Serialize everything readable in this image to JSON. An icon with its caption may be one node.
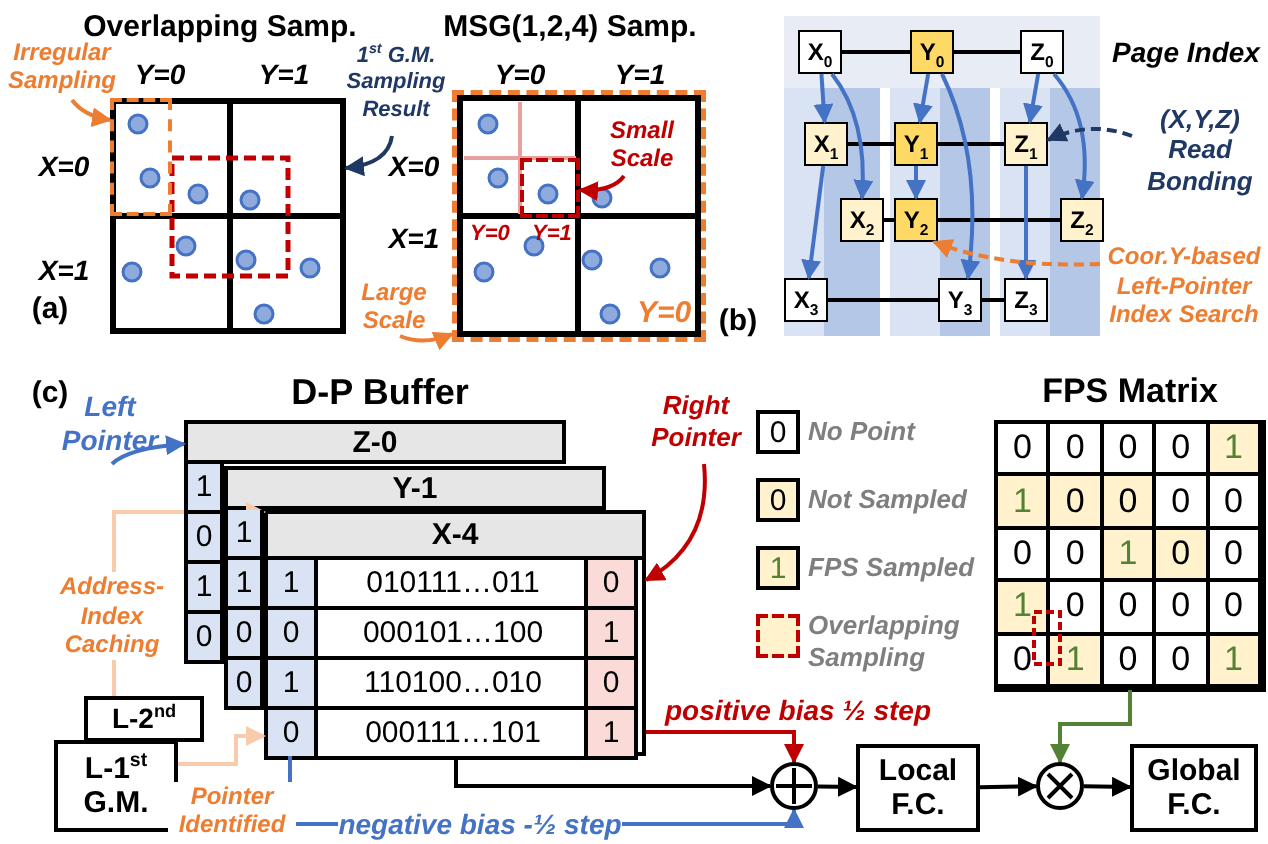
{
  "diagram": {
    "nodes": [
      {
        "text": [],
        "shape": "box"
      },
      {
        "text": [
          "Irregular Sampling"
        ]
      },
      {
        "text": [],
        "shape": "box",
        "in": 0
      },
      {
        "text": [
          "1$^{st}$ G.M. Sampling Result"
        ]
      },
      {
        "text": [],
        "shape": "box"
      },
      {
        "text": [
          "Small Scale"
        ],
        "in": 4
      },
      {
        "text": [],
        "shape": "box",
        "in": 4
      },
      {
        "text": [
          "Large Scale"
        ]
      },
      {
        "text": [
          "X$_{0}$"
        ]
      },
      {
        "text": [
          "Y$_{0}$"
        ]
      },
      {
        "text": [
          "Z$_{0}$"
        ]
      },
      {
        "text": [
          "X$_{1}$"
        ]
      },
      {
        "text": [
          "Y$_{1}$"
        ]
      },
      {
        "text": [
          "Z$_{1}$"
        ]
      },
      {
        "text": [
          "X$_{2}$"
        ]
      },
      {
        "text": [
          "Y$_{2}$"
        ]
      },
      {
        "text": [
          "Z$_{2}$"
        ]
      },
      {
        "text": [
          "X$_{3}$"
        ]
      },
      {
        "text": [
          "Y$_{3}$"
        ]
      },
      {
        "text": [
          "Z$_{3}$"
        ]
      },
      {
        "text": [
          "(X,Y,Z) Read Bonding"
        ]
      },
      {
        "text": [
          "Coor.Y-based Left-Pointer Index Search"
        ]
      },
      {
        "text": [
          "Left Pointer"
        ]
      },
      {
        "text": [
          "Right Pointer"
        ]
      },
      {
        "text": [
          "Z-0"
        ]
      },
      {
        "text": [
          "Y-1"
        ]
      },
      {
        "text": [
          "X-4",
          "1",
          "010111…011",
          "0",
          "0",
          "000101…100",
          "1",
          "1",
          "110100…010",
          "0",
          "0",
          "000111…101",
          "1"
        ]
      },
      {
        "text": [
          "L-2$^{nd}$"
        ]
      },
      {
        "text": [
          "L-1$^{st}$ G.M."
        ]
      },
      {
        "text": [],
        "shape": "circle"
      },
      {
        "text": [
          "Local F.C."
        ]
      },
      {
        "text": [],
        "shape": "circle"
      },
      {
        "text": [
          "Global F.C."
        ]
      },
      {
        "text": [
          "FPS Matrix",
          "0",
          "0",
          "0",
          "0",
          "1",
          "1",
          "0",
          "0",
          "0",
          "0",
          "0",
          "0",
          "1",
          "0",
          "0",
          "1",
          "0",
          "0",
          "0",
          "0",
          "0",
          "1",
          "0",
          "0",
          "1"
        ]
      }
    ],
    "edges": [
      {
        "from": 1,
        "to": 2,
        "arrow": "to",
        "color": "#ed7d31"
      },
      {
        "from": 3,
        "to": 0,
        "arrow": "to",
        "color": "#203864"
      },
      {
        "from": 5,
        "to": 6,
        "arrow": "to",
        "color": "#c00000"
      },
      {
        "from": 7,
        "to": 4,
        "arrow": "to",
        "color": "#ed7d31"
      },
      {
        "from": 8,
        "to": 9,
        "arrow": "none"
      },
      {
        "from": 9,
        "to": 10,
        "arrow": "none"
      },
      {
        "from": 11,
        "to": 12,
        "arrow": "none"
      },
      {
        "from": 12,
        "to": 13,
        "arrow": "none"
      },
      {
        "from": 14,
        "to": 15,
        "arrow": "none"
      },
      {
        "from": 15,
        "to": 16,
        "arrow": "none"
      },
      {
        "from": 17,
        "to": 18,
        "arrow": "none"
      },
      {
        "from": 18,
        "to": 19,
        "arrow": "none"
      },
      {
        "from": 8,
        "to": 11,
        "arrow": "to",
        "color": "#4472c4"
      },
      {
        "from": 8,
        "to": 14,
        "arrow": "to",
        "color": "#4472c4"
      },
      {
        "from": 9,
        "to": 12,
        "arrow": "to",
        "color": "#4472c4"
      },
      {
        "from": 9,
        "to": 18,
        "arrow": "to",
        "color": "#4472c4"
      },
      {
        "from": 10,
        "to": 13,
        "arrow": "to",
        "color": "#4472c4"
      },
      {
        "from": 10,
        "to": 16,
        "arrow": "to",
        "color": "#4472c4"
      },
      {
        "from": 11,
        "to": 17,
        "arrow": "to",
        "color": "#4472c4"
      },
      {
        "from": 12,
        "to": 15,
        "arrow": "to",
        "color": "#4472c4"
      },
      {
        "from": 13,
        "to": 19,
        "arrow": "to",
        "color": "#4472c4"
      },
      {
        "from": 20,
        "to": 13,
        "arrow": "to",
        "style": "dashed",
        "color": "#203864"
      },
      {
        "from": 21,
        "to": 15,
        "arrow": "to",
        "style": "dashed",
        "color": "#ed7d31"
      },
      {
        "from": 22,
        "to": 24,
        "arrow": "to",
        "color": "#4472c4"
      },
      {
        "from": 23,
        "to": 26,
        "arrow": "to",
        "color": "#c00000"
      },
      {
        "from": 27,
        "to": 26,
        "arrow": "to",
        "label": "Address-Index Caching",
        "color": "#f8cbad"
      },
      {
        "from": 28,
        "to": 26,
        "arrow": "to",
        "label": "Pointer Identified",
        "color": "#f8cbad"
      },
      {
        "from": 26,
        "to": 29,
        "arrow": "to"
      },
      {
        "from": 26,
        "to": 29,
        "arrow": "to",
        "label": "positive bias ½ step",
        "color": "#c00000"
      },
      {
        "from": 26,
        "to": 29,
        "arrow": "to",
        "label": "negative bias -½  step",
        "color": "#4472c4"
      },
      {
        "from": 29,
        "to": 30,
        "arrow": "to"
      },
      {
        "from": 30,
        "to": 31,
        "arrow": "to"
      },
      {
        "from": 33,
        "to": 31,
        "arrow": "to",
        "color": "#548235"
      },
      {
        "from": 31,
        "to": 32,
        "arrow": "to"
      }
    ],
    "labels": [
      "Overlapping Samp.",
      "MSG(1,2,4) Samp.",
      "Y=0",
      "Y=1",
      "X=0",
      "X=1",
      "Y=0",
      "Y=1",
      "X=0",
      "X=1",
      "Y=0",
      "Y=1",
      "Y=0",
      "(a)",
      "Page Index",
      "(b)",
      "(c)",
      "D-P Buffer",
      "1",
      "0",
      "1",
      "0",
      "1",
      "1",
      "0",
      "0",
      "0",
      "0",
      "1"
    ],
    "legend": [
      {
        "text": "No Point",
        "color": "#ffffff"
      },
      {
        "text": "Not Sampled",
        "color": "#fff2cc"
      },
      {
        "text": "FPS Sampled",
        "color": "#fff2cc"
      },
      {
        "text": "Overlapping Sampling"
      }
    ]
  }
}
